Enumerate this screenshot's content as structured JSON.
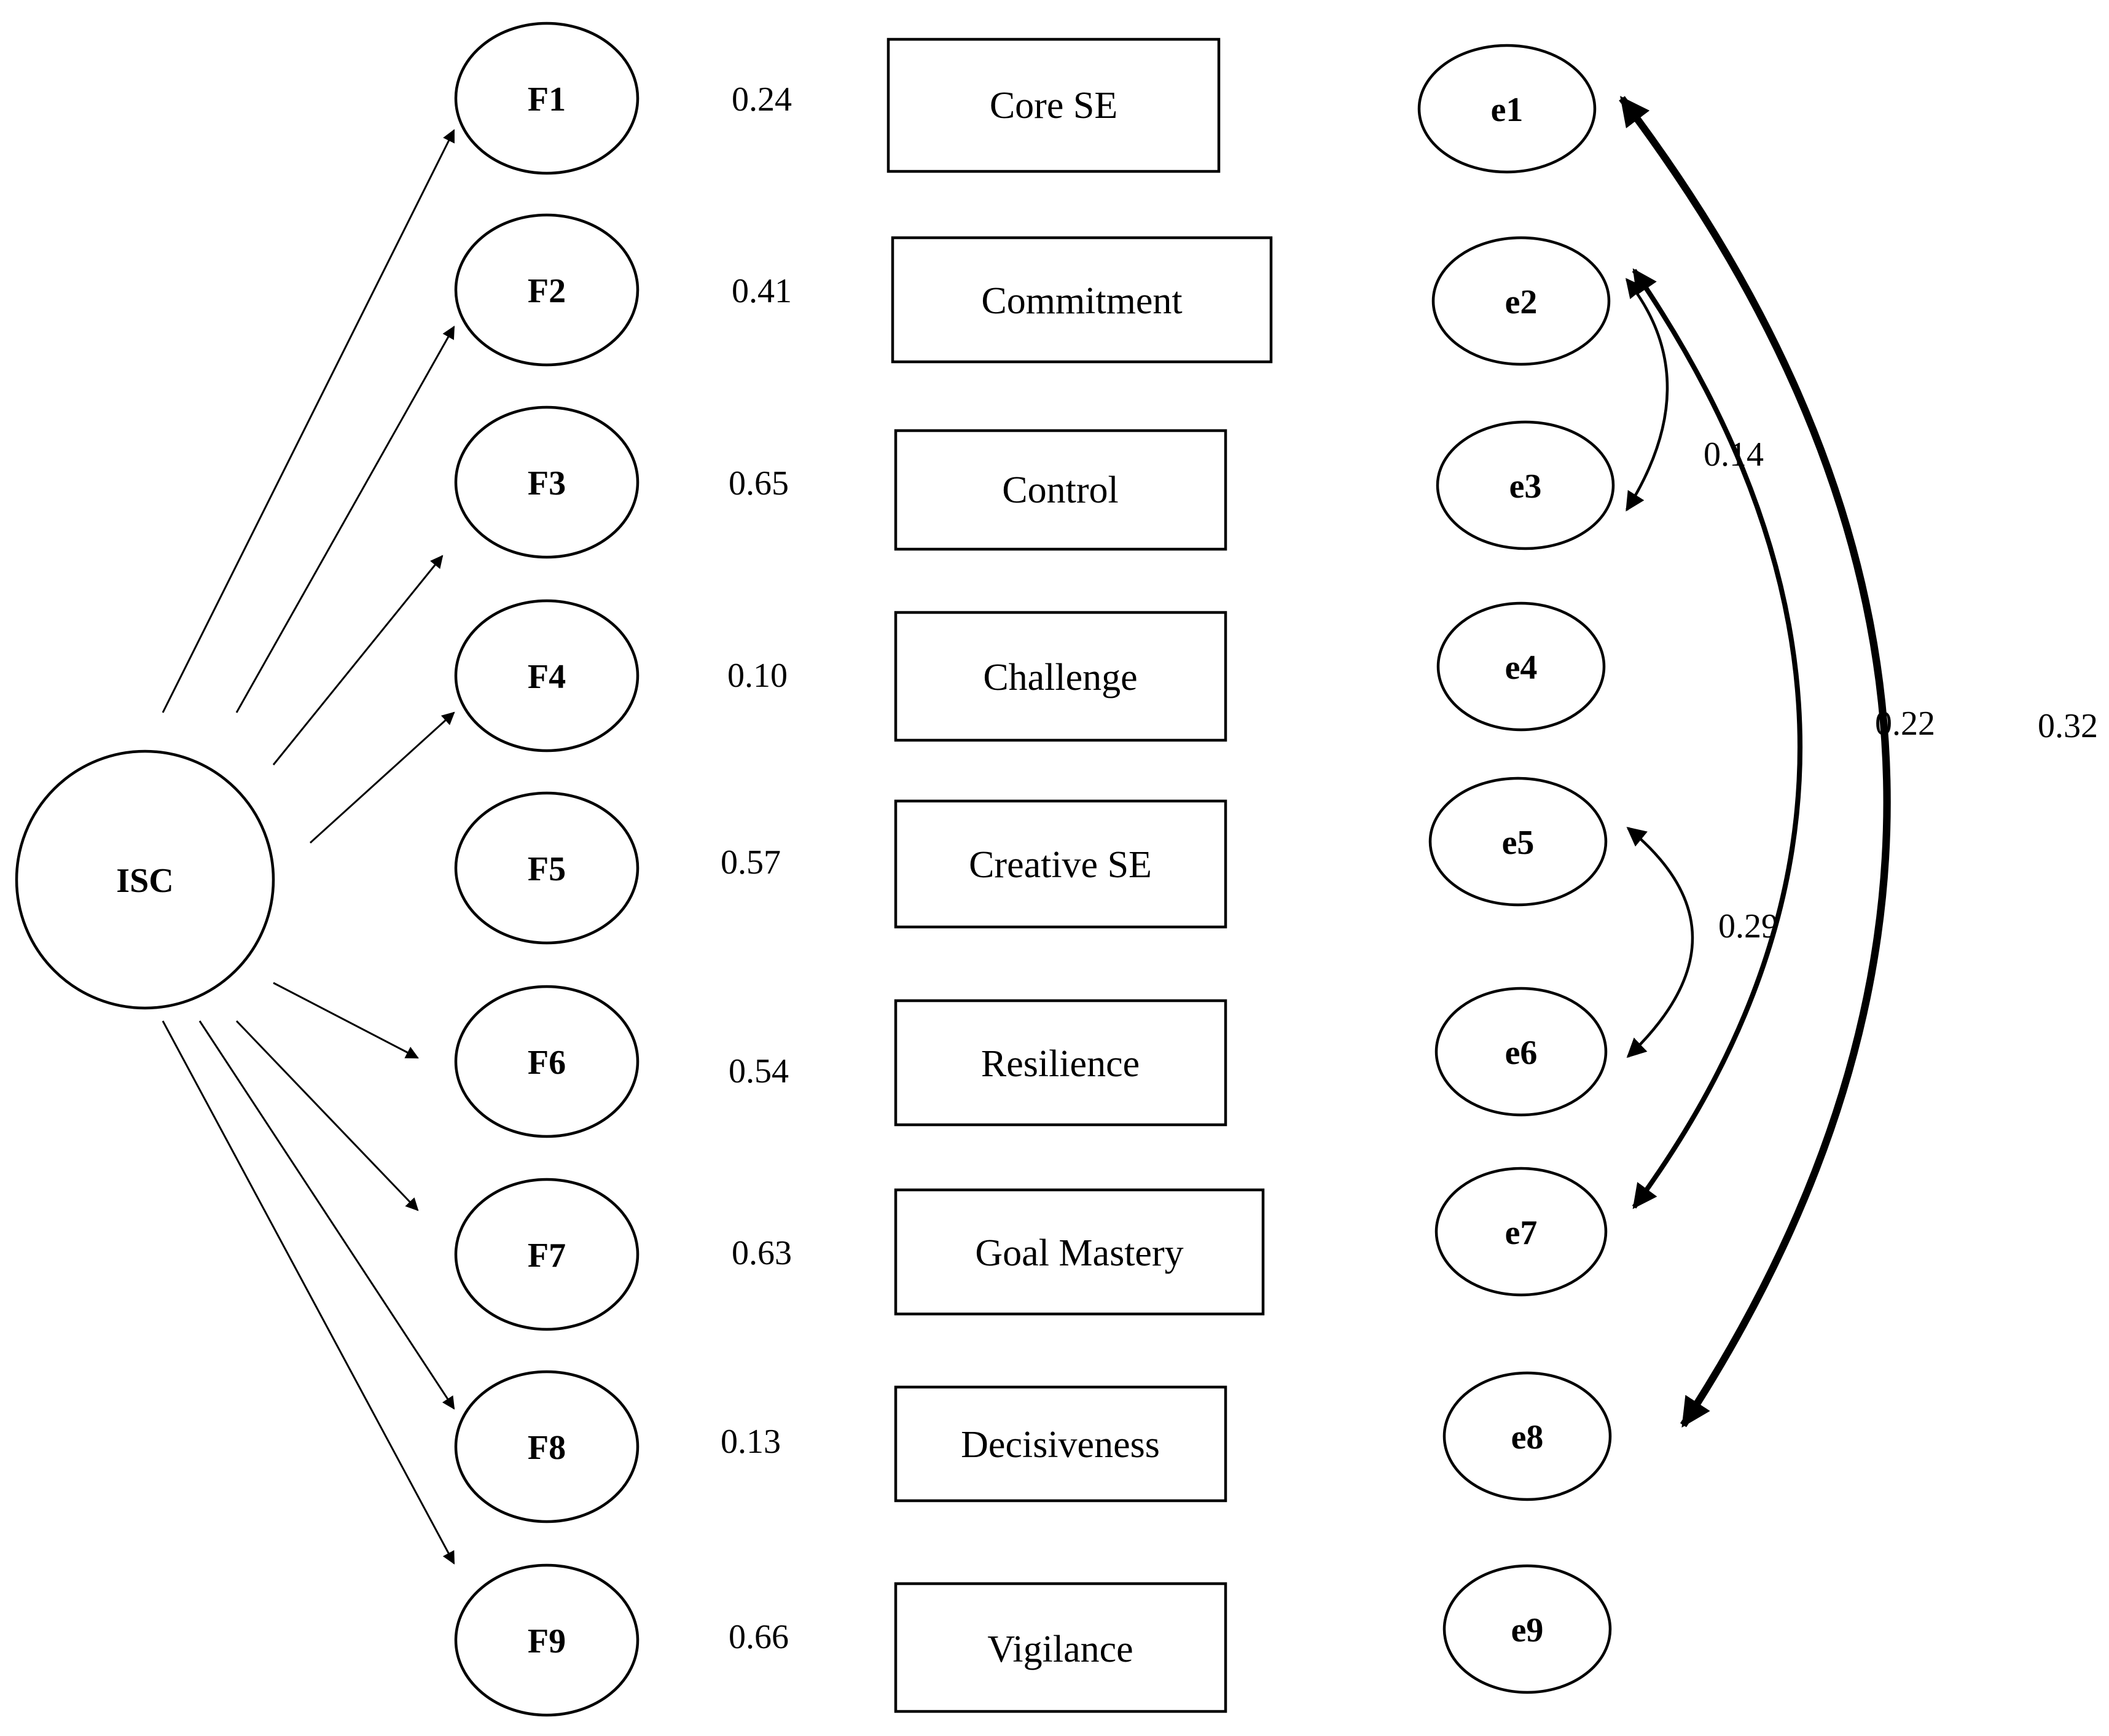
{
  "root": {
    "label": "ISC"
  },
  "factors": [
    {
      "id": "F1",
      "label": "F1",
      "loading": "0.24",
      "indicator": "Core SE",
      "error": "e1"
    },
    {
      "id": "F2",
      "label": "F2",
      "loading": "0.41",
      "indicator": "Commitment",
      "error": "e2"
    },
    {
      "id": "F3",
      "label": "F3",
      "loading": "0.65",
      "indicator": "Control",
      "error": "e3"
    },
    {
      "id": "F4",
      "label": "F4",
      "loading": "0.10",
      "indicator": "Challenge",
      "error": "e4"
    },
    {
      "id": "F5",
      "label": "F5",
      "loading": "0.57",
      "indicator": "Creative SE",
      "error": "e5"
    },
    {
      "id": "F6",
      "label": "F6",
      "loading": "0.54",
      "indicator": "Resilience",
      "error": "e6"
    },
    {
      "id": "F7",
      "label": "F7",
      "loading": "0.63",
      "indicator": "Goal Mastery",
      "error": "e7"
    },
    {
      "id": "F8",
      "label": "F8",
      "loading": "0.13",
      "indicator": "Decisiveness",
      "error": "e8"
    },
    {
      "id": "F9",
      "label": "F9",
      "loading": "0.66",
      "indicator": "Vigilance",
      "error": "e9"
    }
  ],
  "correlations": [
    {
      "from": "e2",
      "to": "e3",
      "value": "0.14"
    },
    {
      "from": "e5",
      "to": "e6",
      "value": "0.29"
    },
    {
      "from": "e2",
      "to": "e7",
      "value": "0.22"
    },
    {
      "from": "e1",
      "to": "e8",
      "value": "0.32"
    }
  ]
}
